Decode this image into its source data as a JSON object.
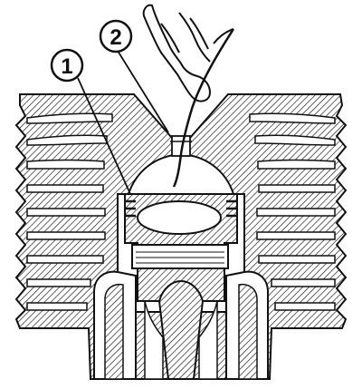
{
  "callouts": [
    {
      "label": "1",
      "target": "piston-ring"
    },
    {
      "label": "2",
      "target": "feeler-wire"
    }
  ],
  "colors": {
    "ink": "#111111",
    "paper": "#ffffff"
  }
}
